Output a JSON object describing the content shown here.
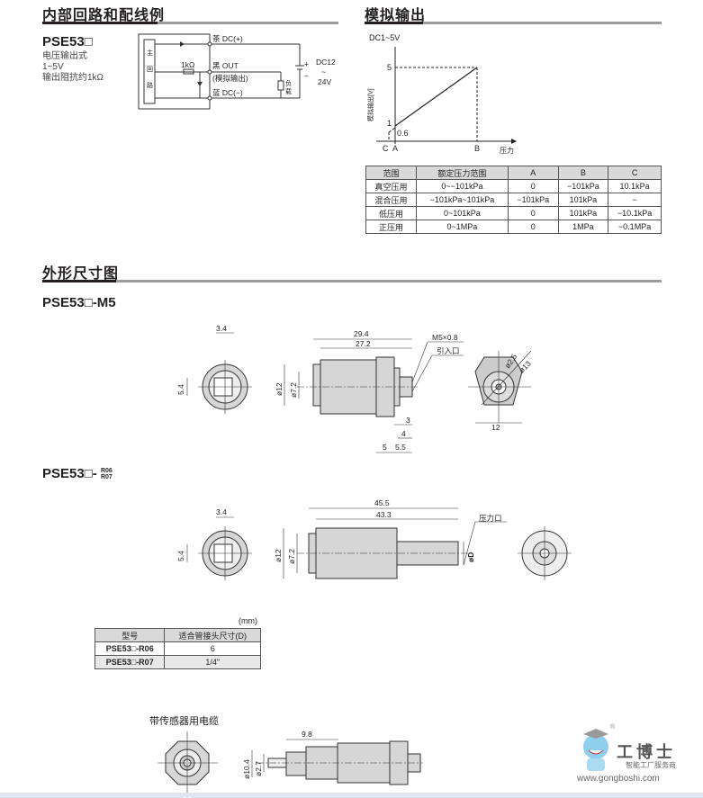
{
  "circuit_section": {
    "title": "内部回路和配线例",
    "model": "PSE53□",
    "desc": [
      "电压输出式",
      "1~5V",
      "输出阻抗约1kΩ"
    ],
    "main_circuit_label": [
      "主",
      "回",
      "路"
    ],
    "resistor": "1kΩ",
    "wire_brown": "茶 DC(+)",
    "wire_black": "黑 OUT",
    "analog_out": "(模拟输出)",
    "wire_blue": "蓝 DC(−)",
    "load": [
      "负",
      "载"
    ],
    "plus": "+",
    "minus": "−",
    "supply": [
      "DC12",
      "~",
      "24V"
    ]
  },
  "analog_section": {
    "title": "模拟输出",
    "graph": {
      "top_label": "DC1~5V",
      "ylabel": "模拟输出[V]",
      "xlabel": "压力",
      "y_ticks": [
        "5",
        "1"
      ],
      "offset_label": "0.6",
      "x_ticks": [
        "C",
        "A",
        "B"
      ]
    },
    "table": {
      "headers": [
        "范围",
        "额定压力范围",
        "A",
        "B",
        "C"
      ],
      "rows": [
        [
          "真空压用",
          "0~−101kPa",
          "0",
          "−101kPa",
          "10.1kPa"
        ],
        [
          "混合压用",
          "−101kPa~101kPa",
          "−101kPa",
          "101kPa",
          "−"
        ],
        [
          "低压用",
          "0~101kPa",
          "0",
          "101kPa",
          "−10.1kPa"
        ],
        [
          "正压用",
          "0~1MPa",
          "0",
          "1MPa",
          "−0.1MPa"
        ]
      ]
    }
  },
  "dimension_section": {
    "title": "外形尺寸图",
    "m5": {
      "model": "PSE53□-M5",
      "dims": {
        "w34": "3.4",
        "h54": "5.4",
        "l294": "29.4",
        "l272": "27.2",
        "d12": "ø12",
        "d72": "ø7.2",
        "thread": "M5×0.8",
        "port": "引入口",
        "d3": "3",
        "d4": "4",
        "d5": "5",
        "d55": "5.5",
        "d25": "ø2.5",
        "d13": "ø13",
        "w12": "12"
      }
    },
    "r": {
      "model": "PSE53□-",
      "suffix_top": "R06",
      "suffix_bottom": "R07",
      "dims": {
        "w34": "3.4",
        "h54": "5.4",
        "l455": "45.5",
        "l433": "43.3",
        "d12": "ø12",
        "d72": "ø7.2",
        "port": "压力口",
        "dD": "øD"
      }
    },
    "fitting_table": {
      "unit": "(mm)",
      "headers": [
        "型号",
        "适合管接头尺寸(D)"
      ],
      "rows": [
        [
          "PSE53□-R06",
          "6"
        ],
        [
          "PSE53□-R07",
          "1/4\""
        ]
      ]
    },
    "cable": {
      "title": "带传感器用电缆",
      "dims": {
        "l98": "9.8",
        "d104": "ø10.4",
        "d27": "ø2.7"
      }
    }
  },
  "watermark": {
    "brand": "工博士",
    "tagline": "智能工厂服务商",
    "url": "www.gongboshi.com",
    "reg": "®"
  },
  "colors": {
    "title_bar": "#231f20",
    "title_bar_gray": "#9d9d9e",
    "table_header": "#d9d9d9"
  }
}
